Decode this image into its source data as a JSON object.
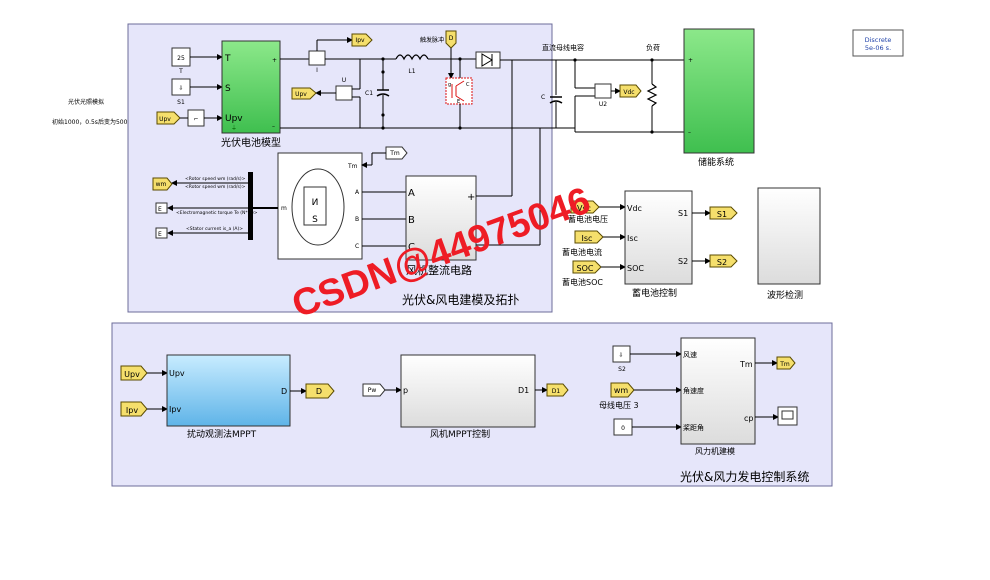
{
  "subsystem_top": {
    "title": "光伏&风电建模及拓扑"
  },
  "subsystem_bottom": {
    "title": "光伏&风力发电控制系统"
  },
  "powergui": {
    "line1": "Discrete",
    "line2": "5e-06 s."
  },
  "note": {
    "line1": "光伏光照模拟",
    "line2": "初始1000，0.5s后变为500"
  },
  "pv": {
    "title": "光伏电池模型",
    "port_t": "T",
    "port_s": "S",
    "port_upv": "Upv",
    "const_value": "25",
    "const_label": "T",
    "step_label": "S1",
    "goto_upv": "Upv",
    "goto_ipv": "Ipv",
    "meas_i": "I",
    "meas_u": "U"
  },
  "boost": {
    "cap_c1": "C1",
    "inductor": "L1",
    "igbt_label": "触发脉冲",
    "from_d": "D",
    "port_g": "g",
    "port_c": "C",
    "port_e": "E"
  },
  "dc": {
    "bus_label": "直流母线电容",
    "cap_c": "C",
    "load_label": "负荷",
    "meas_u2": "U2",
    "goto_vdc": "Vdc"
  },
  "storage": {
    "title": "储能系统"
  },
  "machine": {
    "tm_input": "Tm",
    "tm_port": "Tm",
    "m_port": "m",
    "phase_a": "A",
    "phase_b": "B",
    "phase_c": "C",
    "rotor_speed1": "<Rotor speed wm (rad/s)>",
    "rotor_speed2": "<Rotor speed wm (rad/s)>",
    "torque": "<Electromagnetic torque Te (N*m)>",
    "stator": "<Stator current is_a (A)>",
    "goto_wm": "wm"
  },
  "rectifier": {
    "title": "风机整流电路",
    "port_a": "A",
    "port_b": "B",
    "port_c": "C",
    "port_plus": "+"
  },
  "battery_ctrl": {
    "title": "蓄电池控制",
    "in_vdc": "Vdc",
    "in_isc": "Isc",
    "in_soc": "SOC",
    "from_vsc": "Vsc",
    "from_isc": "Isc",
    "from_soc": "SOC",
    "label_v": "蓄电池电压",
    "label_i": "蓄电池电流",
    "label_soc": "蓄电池SOC",
    "out_s1": "S1",
    "out_s2": "S2",
    "goto_s1": "S1",
    "goto_s2": "S2"
  },
  "wave": {
    "title": "波形检测"
  },
  "mppt_po": {
    "title": "扰动观测法MPPT",
    "in_upv": "Upv",
    "in_ipv": "Ipv",
    "out_d": "D",
    "from_upv": "Upv",
    "from_ipv": "Ipv",
    "goto_d": "D"
  },
  "mppt_wind": {
    "title": "风机MPPT控制",
    "in_p": "p",
    "out_d1": "D1",
    "from_pw": "Pw",
    "goto_d1": "D1"
  },
  "wind_model": {
    "title": "风力机建模",
    "in_speed": "风速",
    "in_angvel": "角速度",
    "in_pitch": "桨距角",
    "out_tm": "Tm",
    "out_cp": "cp",
    "step_label": "S2",
    "from_wm": "wm",
    "wm_label": "母线电压 3",
    "const_value": "0",
    "goto_tm": "Tm"
  },
  "watermark": {
    "text": "CSDN@44975046"
  }
}
